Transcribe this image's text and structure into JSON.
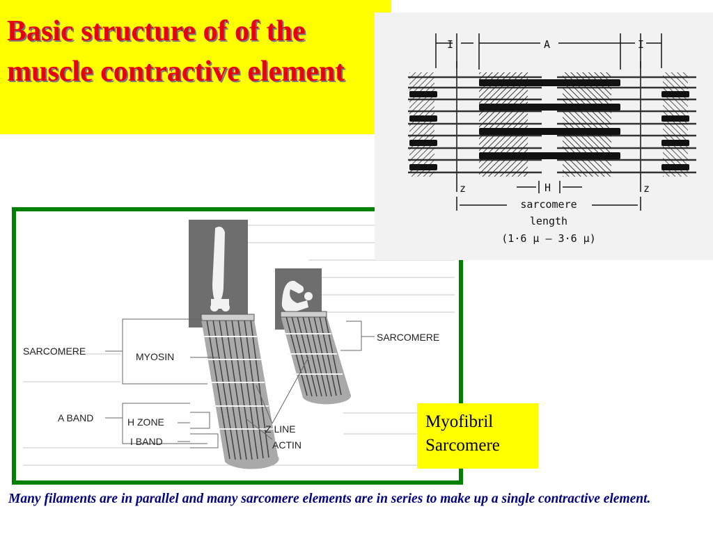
{
  "title": "Basic structure of of the muscle contractive element",
  "fibril_figure": {
    "labels": {
      "sarcomere_left": "SARCOMERE",
      "myosin": "MYOSIN",
      "a_band": "A BAND",
      "h_zone": "H ZONE",
      "i_band": "I BAND",
      "z_line": "Z LINE",
      "actin": "ACTIN",
      "sarcomere_right": "SARCOMERE"
    }
  },
  "sarcomere_diagram": {
    "i_left": "I",
    "a": "A",
    "i_right": "I",
    "z_left": "z",
    "h": "H",
    "z_right": "z",
    "length_line1": "sarcomere",
    "length_line2": "length",
    "length_range": "(1·6 μ – 3·6 μ)"
  },
  "legend": {
    "line1": "Myofibril",
    "line2": "Sarcomere"
  },
  "caption": "Many filaments are in parallel and many sarcomere elements are in series to make up a single contractive element.",
  "colors": {
    "title_bg": "#ffff00",
    "title_text": "#e8000b",
    "panel_border": "#008000",
    "caption_text": "#000080"
  }
}
